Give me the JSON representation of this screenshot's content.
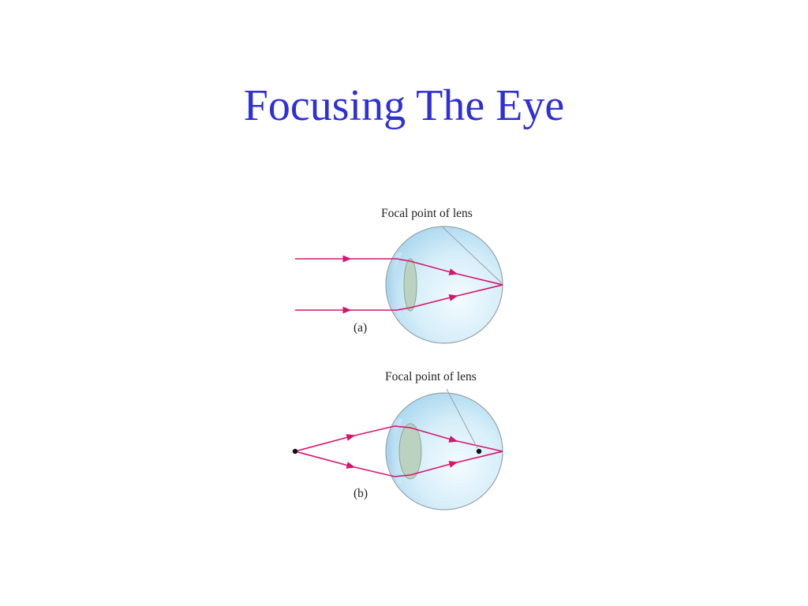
{
  "slide": {
    "title": "Focusing The Eye",
    "title_color": "#2f2fd6"
  },
  "diagrams": [
    {
      "part_label": "(a)",
      "focal_label": "Focal point of lens"
    },
    {
      "part_label": "(b)",
      "focal_label": "Focal point of lens"
    }
  ],
  "colors": {
    "ray": "#d4176e",
    "eyeball_center": "#f4fbff",
    "eyeball_edge": "#a6d6ee",
    "lens": "#bcd2c0",
    "outline": "#9aa3a8"
  }
}
